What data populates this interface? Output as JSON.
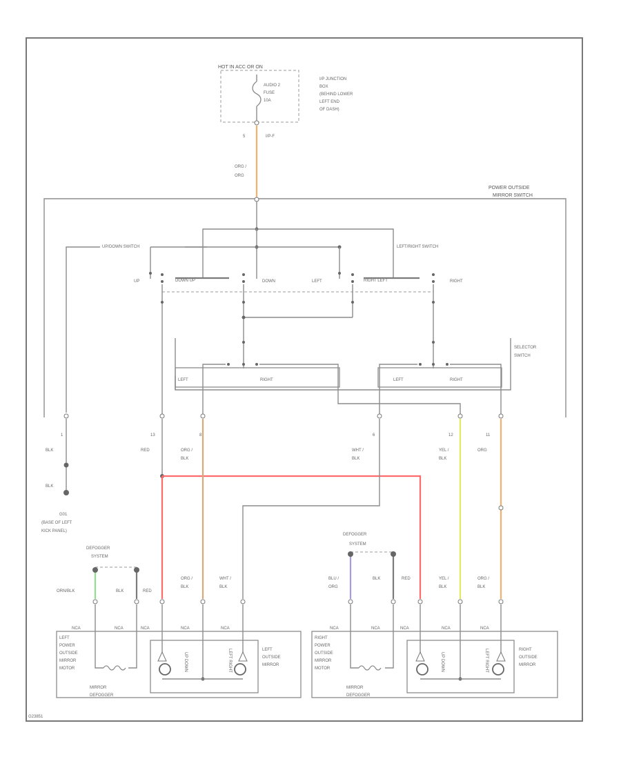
{
  "colors": {
    "red": "#ff6b6b",
    "orange": "#f5b070",
    "tan": "#d9a87a",
    "yellow": "#e4e860",
    "green": "#8ee08e",
    "purple": "#a89be6",
    "wire": "#8c8c8c"
  },
  "fuse_box": {
    "header": "HOT IN ACC OR ON",
    "fuse_line1": "AUDIO 2",
    "fuse_line2": "FUSE",
    "fuse_line3": "10A",
    "jb_line1": "I/P JUNCTION",
    "jb_line2": "BOX",
    "jb_line3": "(BEHIND LOWER",
    "jb_line4": "LEFT END",
    "jb_line5": "OF DASH)",
    "pin": "5",
    "connector": "I/P-F"
  },
  "power_wire": {
    "line1": "ORG /",
    "line2": "ORG"
  },
  "switch": {
    "title_line1": "POWER OUTSIDE",
    "title_line2": "MIRROR SWITCH",
    "updown_label": "UP/DOWN SWITCH",
    "leftright_label": "LEFT/RIGHT SWITCH",
    "up": "UP",
    "updown_mid": "DOWN UP",
    "down": "DOWN",
    "left": "LEFT",
    "leftright_mid": "RIGHT LEFT",
    "right": "RIGHT",
    "selector_line1": "SELECTOR",
    "selector_line2": "SWITCH",
    "sel_left_1": "LEFT",
    "sel_right_1": "RIGHT",
    "sel_left_2": "LEFT",
    "sel_right_2": "RIGHT"
  },
  "wires": {
    "w1_pin": "1",
    "w1_color": "BLK",
    "w2_pin": "13",
    "w2_color": "RED",
    "w3_pin": "8",
    "w3_color1": "ORG /",
    "w3_color2": "BLK",
    "w4_pin": "6",
    "w4_color1": "WHT /",
    "w4_color2": "BLK",
    "w5_pin": "12",
    "w5_color1": "YEL /",
    "w5_color2": "BLK",
    "w6_pin": "11",
    "w6_color": "ORG"
  },
  "ground": {
    "wire": "BLK",
    "id": "G01",
    "line1": "(BASE OF LEFT",
    "line2": "KICK PANEL)"
  },
  "left_mirror": {
    "defogger_line1": "DEFOGGER",
    "defogger_line2": "SYSTEM",
    "c1_wire1": "ORN/BLK",
    "c2_wire": "BLK",
    "c3_wire": "RED",
    "c4_wire1": "ORG /",
    "c4_wire2": "BLK",
    "c5_wire1": "WHT /",
    "c5_wire2": "BLK",
    "name_line1": "LEFT",
    "name_line2": "POWER",
    "name_line3": "OUTSIDE",
    "name_line4": "MIRROR",
    "name_line5": "MOTOR",
    "outside_line1": "LEFT",
    "outside_line2": "OUTSIDE",
    "outside_line3": "MIRROR",
    "defogger_box_line1": "MIRROR",
    "defogger_box_line2": "DEFOGGER",
    "motor_updown": "UP DOWN",
    "motor_leftright": "LEFT RIGHT",
    "conn": "NCA"
  },
  "right_mirror": {
    "defogger_line1": "DEFOGGER",
    "defogger_line2": "SYSTEM",
    "c1_wire1": "BLU /",
    "c1_wire2": "ORG",
    "c2_wire": "BLK",
    "c3_wire": "RED",
    "c4_wire1": "YEL /",
    "c4_wire2": "BLK",
    "c5_wire1": "ORG /",
    "c5_wire2": "BLK",
    "name_line1": "RIGHT",
    "name_line2": "POWER",
    "name_line3": "OUTSIDE",
    "name_line4": "MIRROR",
    "name_line5": "MOTOR",
    "outside_line1": "RIGHT",
    "outside_line2": "OUTSIDE",
    "outside_line3": "MIRROR",
    "defogger_box_line1": "MIRROR",
    "defogger_box_line2": "DEFOGGER",
    "motor_updown": "UP DOWN",
    "motor_leftright": "LEFT RIGHT",
    "conn": "NCA"
  },
  "footer": {
    "code": "G23851"
  }
}
